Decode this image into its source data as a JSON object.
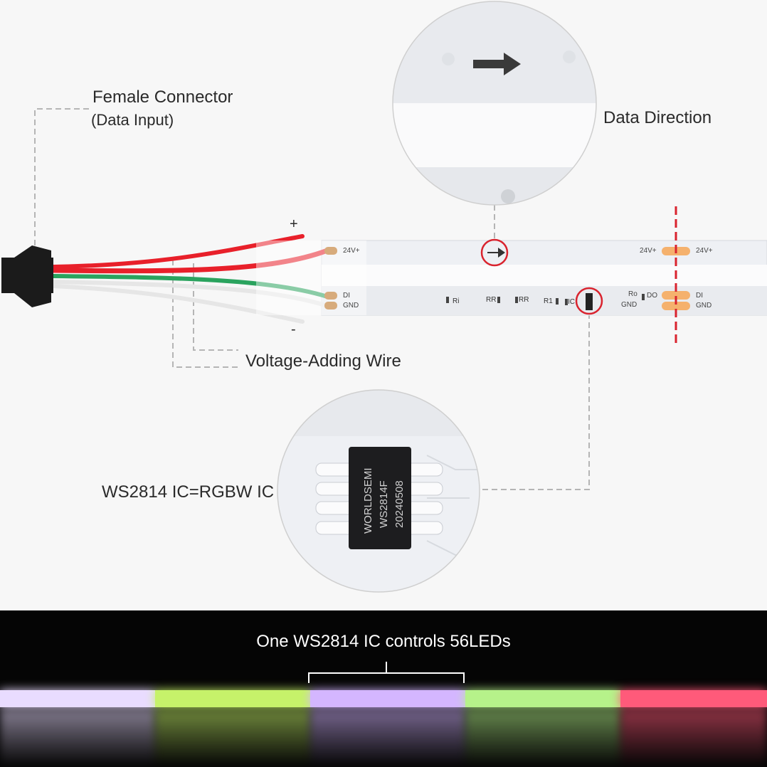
{
  "labels": {
    "female_connector_line1": "Female Connector",
    "female_connector_line2": "(Data Input)",
    "data_direction": "Data Direction",
    "voltage_wire": "Voltage-Adding Wire",
    "ic_label": "WS2814 IC=RGBW IC",
    "plus": "+",
    "minus": "-"
  },
  "strip_pads": {
    "left_24v": "24V+",
    "left_di": "DI",
    "left_gnd": "GND",
    "right_24v_a": "24V+",
    "right_24v_b": "24V+",
    "right_di": "DI",
    "right_gnd": "GND",
    "ro": "Ro",
    "do": "DO",
    "gnd_mid": "GND"
  },
  "components": [
    "Ri",
    "RR",
    "RR",
    "R1",
    "IC"
  ],
  "chip_text": {
    "line1": "WORLDSEMI",
    "line2": "WS2814F",
    "line3": "20240508"
  },
  "bottom": {
    "title": "One WS2814 IC controls 56LEDs",
    "segment_colors": [
      "#e9dcff",
      "#c6f26a",
      "#d4b6ff",
      "#b6f28a",
      "#ff5a7a"
    ]
  },
  "colors": {
    "wire_red": "#e8202a",
    "wire_green": "#2aa35e",
    "wire_white": "#e6e6e6",
    "pad_orange": "#f5b16d",
    "cut_line": "#d9232e",
    "connector": "#1b1b1b"
  }
}
